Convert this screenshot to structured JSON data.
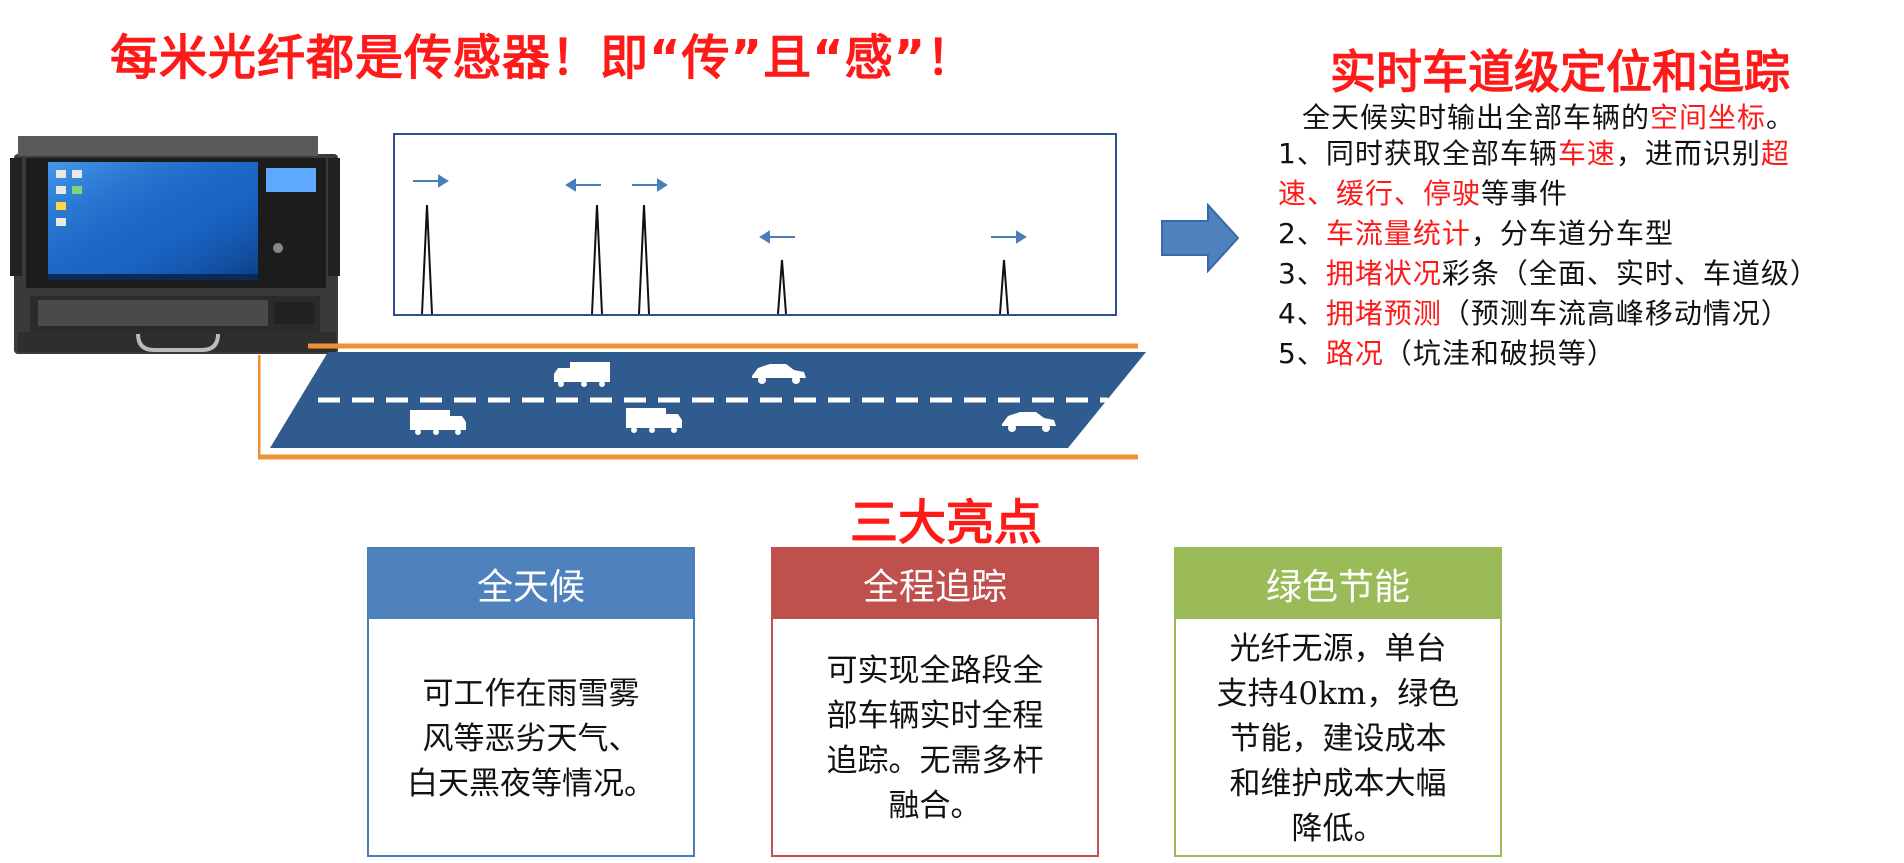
{
  "headline": "每米光纤都是传感器！即“传”且“感”！",
  "right": {
    "title": "实时车道级定位和追踪",
    "intro": {
      "pre": "全天候实时输出全部车辆的",
      "red": "空间坐标",
      "post": "。"
    },
    "items": [
      {
        "l1_pre": "1、同时获取全部车辆",
        "l1_red": "车速",
        "l1_mid": "，进而识别",
        "l1_red2": "超",
        "l2_red": "速、缓行、停驶",
        "l2_post": "等事件"
      },
      {
        "pre": "2、",
        "red": "车流量统计",
        "post": "，分车道分车型"
      },
      {
        "pre": "3、",
        "red": "拥堵状况",
        "post": "彩条（全面、实时、车道级）"
      },
      {
        "pre": "4、",
        "red": "拥堵预测",
        "post": "（预测车流高峰移动情况）"
      },
      {
        "pre": "5、",
        "red": "路况",
        "post": "（坑洼和破损等）"
      }
    ]
  },
  "highlights_title": "三大亮点",
  "cards": [
    {
      "title": "全天候",
      "lines": [
        "可工作在雨雪雾",
        "风等恶劣天气、",
        "白天黑夜等情况。"
      ]
    },
    {
      "title": "全程追踪",
      "lines": [
        "可实现全路段全",
        "部车辆实时全程",
        "追踪。无需多杆",
        "融合。"
      ]
    },
    {
      "title": "绿色节能",
      "lines": [
        "光纤无源，单台",
        "支持40km，绿色",
        "节能，建设成本",
        "和维护成本大幅",
        "降低。"
      ]
    }
  ],
  "colors": {
    "accent_red": "#ff1a1a",
    "card_blue": "#4f81bd",
    "card_red": "#c0504d",
    "card_green": "#9bbb59",
    "road": "#2f5b8f",
    "fiber": "#f0913a",
    "arrow": "#4a7ebb"
  },
  "icons": [
    "server-rack-icon",
    "truck-icon",
    "car-icon",
    "right-arrow-icon",
    "direction-arrow-icon"
  ]
}
